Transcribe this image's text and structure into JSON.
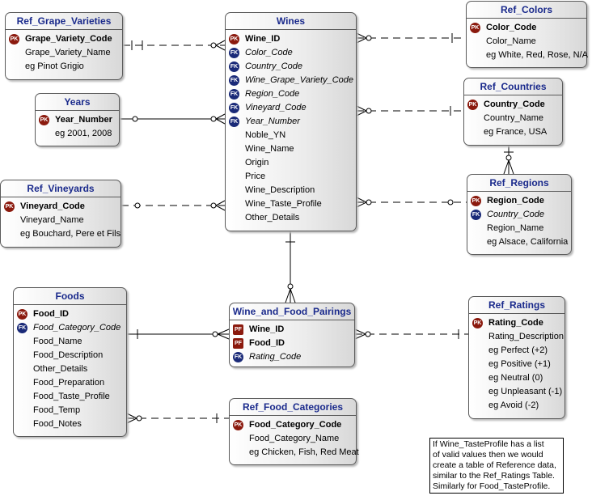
{
  "entities": {
    "ref_grape_varieties": {
      "title": "Ref_Grape_Varieties",
      "rows": [
        {
          "text": "Grape_Variety_Code",
          "badge": "PK"
        },
        {
          "text": "Grape_Variety_Name",
          "badge": ""
        },
        {
          "text": "eg Pinot Grigio",
          "badge": ""
        }
      ]
    },
    "years": {
      "title": "Years",
      "rows": [
        {
          "text": "Year_Number",
          "badge": "PK"
        },
        {
          "text": "eg 2001, 2008",
          "badge": ""
        }
      ]
    },
    "ref_vineyards": {
      "title": "Ref_Vineyards",
      "rows": [
        {
          "text": "Vineyard_Code",
          "badge": "PK"
        },
        {
          "text": "Vineyard_Name",
          "badge": ""
        },
        {
          "text": "eg Bouchard, Pere et Fils",
          "badge": ""
        }
      ]
    },
    "wines": {
      "title": "Wines",
      "rows": [
        {
          "text": "Wine_ID",
          "badge": "PK"
        },
        {
          "text": "Color_Code",
          "badge": "FK"
        },
        {
          "text": "Country_Code",
          "badge": "FK"
        },
        {
          "text": "Wine_Grape_Variety_Code",
          "badge": "FK"
        },
        {
          "text": "Region_Code",
          "badge": "FK"
        },
        {
          "text": "Vineyard_Code",
          "badge": "FK"
        },
        {
          "text": "Year_Number",
          "badge": "FK"
        },
        {
          "text": "Noble_YN",
          "badge": ""
        },
        {
          "text": "Wine_Name",
          "badge": ""
        },
        {
          "text": "Origin",
          "badge": ""
        },
        {
          "text": "Price",
          "badge": ""
        },
        {
          "text": "Wine_Description",
          "badge": ""
        },
        {
          "text": "Wine_Taste_Profile",
          "badge": ""
        },
        {
          "text": "Other_Details",
          "badge": ""
        }
      ]
    },
    "ref_colors": {
      "title": "Ref_Colors",
      "rows": [
        {
          "text": "Color_Code",
          "badge": "PK"
        },
        {
          "text": "Color_Name",
          "badge": ""
        },
        {
          "text": "eg White, Red, Rose, N/A",
          "badge": ""
        }
      ]
    },
    "ref_countries": {
      "title": "Ref_Countries",
      "rows": [
        {
          "text": "Country_Code",
          "badge": "PK"
        },
        {
          "text": "Country_Name",
          "badge": ""
        },
        {
          "text": "eg France, USA",
          "badge": ""
        }
      ]
    },
    "ref_regions": {
      "title": "Ref_Regions",
      "rows": [
        {
          "text": "Region_Code",
          "badge": "PK"
        },
        {
          "text": "Country_Code",
          "badge": "FK"
        },
        {
          "text": "Region_Name",
          "badge": ""
        },
        {
          "text": "eg Alsace,  California",
          "badge": ""
        }
      ]
    },
    "foods": {
      "title": "Foods",
      "rows": [
        {
          "text": "Food_ID",
          "badge": "PK"
        },
        {
          "text": "Food_Category_Code",
          "badge": "FK"
        },
        {
          "text": "Food_Name",
          "badge": ""
        },
        {
          "text": "Food_Description",
          "badge": ""
        },
        {
          "text": "Other_Details",
          "badge": ""
        },
        {
          "text": "Food_Preparation",
          "badge": ""
        },
        {
          "text": "Food_Taste_Profile",
          "badge": ""
        },
        {
          "text": "Food_Temp",
          "badge": ""
        },
        {
          "text": "Food_Notes",
          "badge": ""
        }
      ]
    },
    "wine_and_food_pairings": {
      "title": "Wine_and_Food_Pairings",
      "rows": [
        {
          "text": "Wine_ID",
          "badge": "PF"
        },
        {
          "text": "Food_ID",
          "badge": "PF"
        },
        {
          "text": "Rating_Code",
          "badge": "FK"
        }
      ]
    },
    "ref_ratings": {
      "title": "Ref_Ratings",
      "rows": [
        {
          "text": "Rating_Code",
          "badge": "PK"
        },
        {
          "text": "Rating_Description",
          "badge": ""
        },
        {
          "text": "eg Perfect (+2)",
          "badge": ""
        },
        {
          "text": "eg Positive (+1)",
          "badge": ""
        },
        {
          "text": "eg Neutral (0)",
          "badge": ""
        },
        {
          "text": "eg Unpleasant (-1)",
          "badge": ""
        },
        {
          "text": "eg  Avoid (-2)",
          "badge": ""
        }
      ]
    },
    "ref_food_categories": {
      "title": "Ref_Food_Categories",
      "rows": [
        {
          "text": "Food_Category_Code",
          "badge": "PK"
        },
        {
          "text": "Food_Category_Name",
          "badge": ""
        },
        {
          "text": "eg Chicken, Fish, Red Meat",
          "badge": ""
        }
      ]
    }
  },
  "note": {
    "lines": [
      "If Wine_TasteProfile has a list",
      "of valid values then we would",
      "create a table of Reference data,",
      "similar to the Ref_Ratings Table.",
      "Similarly for Food_TasteProfile."
    ]
  },
  "colors": {
    "title": "#1a2a8c",
    "pk_badge": "#8b1a0e",
    "fk_badge": "#1a2a78",
    "border": "#5a5a5a"
  }
}
